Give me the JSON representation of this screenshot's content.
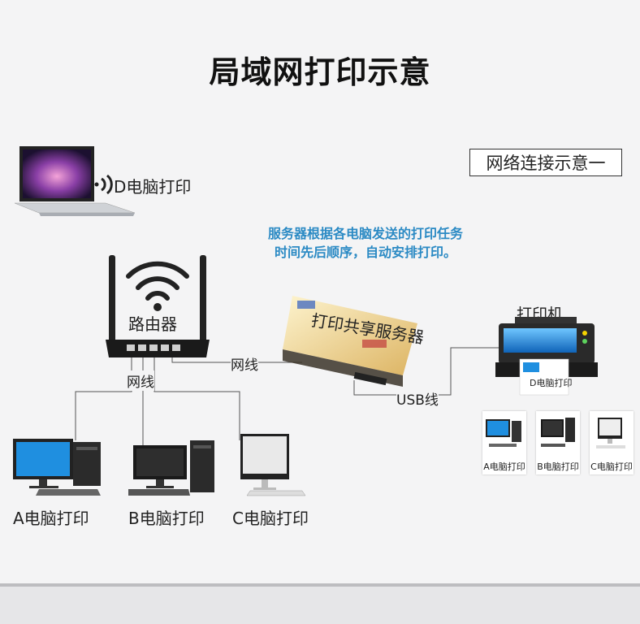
{
  "title": "局域网打印示意",
  "legend": "网络连接示意一",
  "note": {
    "line1": "服务器根据各电脑发送的打印任务",
    "line2": "时间先后顺序，自动安排打印。"
  },
  "labels": {
    "laptop": "D电脑打印",
    "router": "路由器",
    "router_cable": "网线",
    "server_cable": "网线",
    "server": "打印共享服务器",
    "usb": "USB线",
    "printer": "打印机",
    "printer_screen": "D电脑打印",
    "pc_a": "A电脑打印",
    "pc_b": "B电脑打印",
    "pc_c": "C电脑打印"
  },
  "thumbnails": [
    {
      "label": "A电脑打印"
    },
    {
      "label": "B电脑打印"
    },
    {
      "label": "C电脑打印"
    }
  ],
  "colors": {
    "note": "#2b8ac4",
    "screen_blue": "#1f8fe0",
    "laptop_screen": "#8a3fa6"
  }
}
